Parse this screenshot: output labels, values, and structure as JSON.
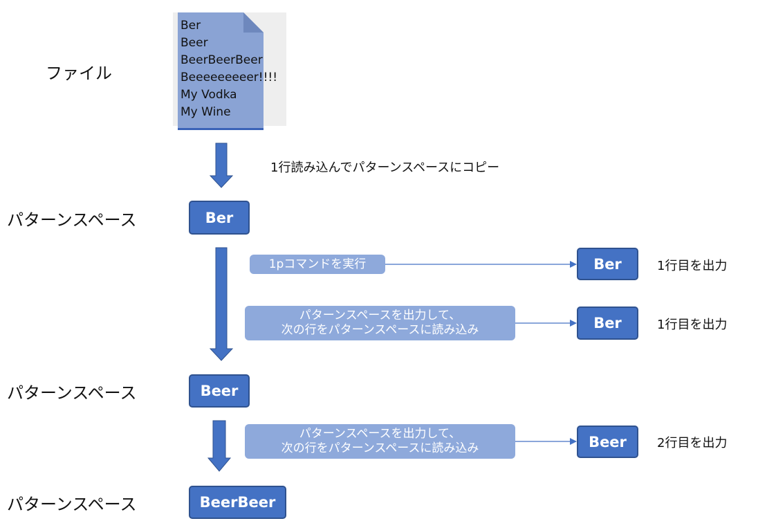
{
  "side_labels": {
    "file": "ファイル",
    "pattern_space_1": "パターンスペース",
    "pattern_space_2": "パターンスペース",
    "pattern_space_3": "パターンスペース"
  },
  "file_lines": [
    "Ber",
    "Beer",
    "BeerBeerBeer",
    "Beeeeeeeeer!!!!",
    "My Vodka",
    "My Wine"
  ],
  "read_note": "1行読み込んでパターンスペースにコピー",
  "pattern_boxes": [
    "Ber",
    "Beer",
    "BeerBeer"
  ],
  "commands": {
    "cmd1": "1pコマンドを実行",
    "cmd2_line1": "パターンスペースを出力して、",
    "cmd2_line2": "次の行をパターンスペースに読み込み",
    "cmd3_line1": "パターンスペースを出力して、",
    "cmd3_line2": "次の行をパターンスペースに読み込み"
  },
  "outputs": {
    "out1": "Ber",
    "out2": "Ber",
    "out3": "Beer"
  },
  "output_notes": {
    "note1": "1行目を出力",
    "note2": "1行目を出力",
    "note3": "2行目を出力"
  },
  "colors": {
    "box_fill": "#4472c4",
    "command_fill": "#8ea9db",
    "file_fill": "#8aa3d4",
    "arrow": "#4472c4"
  }
}
